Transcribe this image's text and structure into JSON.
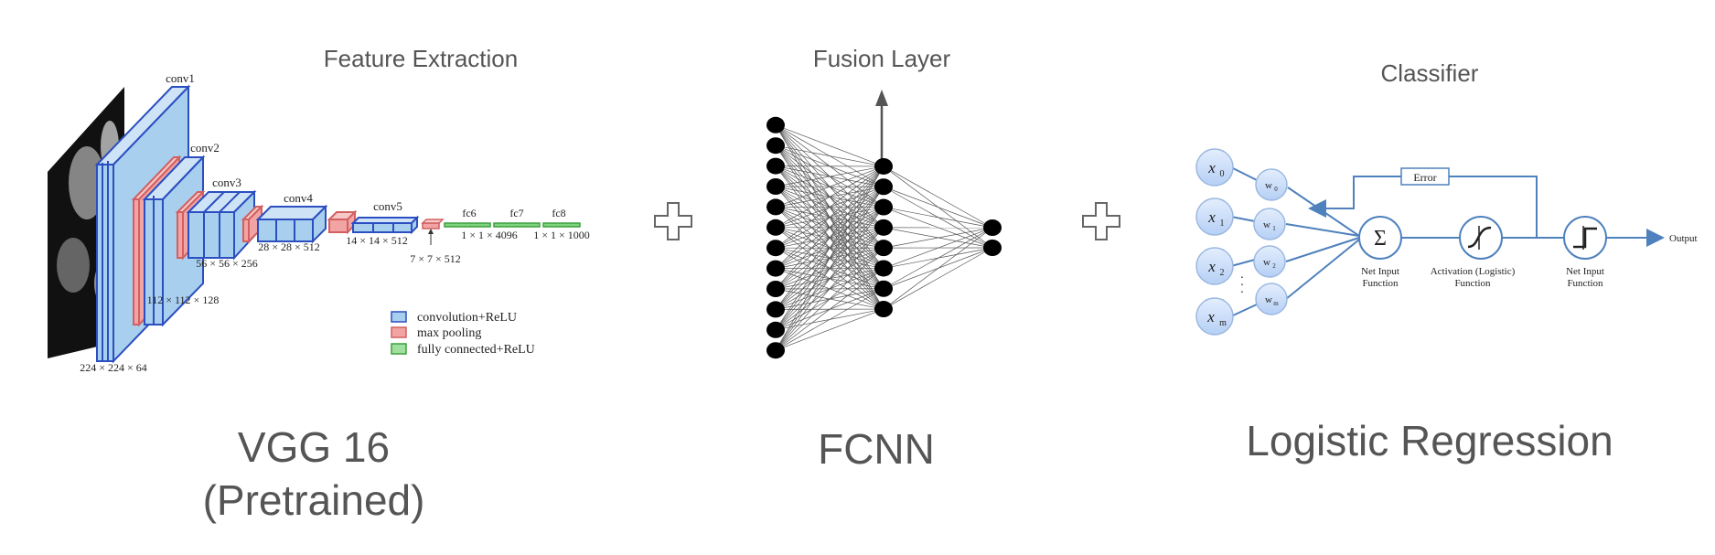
{
  "vgg": {
    "header": "Feature Extraction",
    "title_line1": "VGG 16",
    "title_line2": "(Pretrained)",
    "layers": {
      "conv1": "conv1",
      "conv2": "conv2",
      "conv3": "conv3",
      "conv4": "conv4",
      "conv5": "conv5",
      "fc6": "fc6",
      "fc7": "fc7",
      "fc8": "fc8"
    },
    "dims": {
      "d224": "224 × 224 × 64",
      "d112": "112 × 112 × 128",
      "d56": "56 × 56 × 256",
      "d28": "28 × 28 × 512",
      "d14": "14 × 14 × 512",
      "d7": "7 × 7 × 512",
      "d4096": "1 × 1 × 4096",
      "d1000": "1 × 1 × 1000"
    },
    "legend": {
      "conv": "convolution+ReLU",
      "pool": "max pooling",
      "fc": "fully connected+ReLU"
    },
    "colors": {
      "conv": "#a9cfee",
      "conv_edge": "#2b4fc0",
      "pool": "#f2a3a3",
      "pool_edge": "#d26060",
      "fc": "#7ed47e"
    }
  },
  "fcnn": {
    "header": "Fusion Layer",
    "title": "FCNN",
    "layer_sizes": [
      12,
      8,
      2
    ]
  },
  "logreg": {
    "header": "Classifier",
    "title": "Logistic Regression",
    "inputs": [
      "x",
      "x",
      "x",
      "x"
    ],
    "input_subs": [
      "0",
      "1",
      "2",
      "m"
    ],
    "weights": [
      "w",
      "w",
      "w",
      "w"
    ],
    "weight_subs": [
      "0",
      "1",
      "2",
      "m"
    ],
    "error": "Error",
    "sum_symbol": "Σ",
    "net_input_1a": "Net Input",
    "net_input_1b": "Function",
    "activation_a": "Activation (Logistic)",
    "activation_b": "Function",
    "net_input_2a": "Net Input",
    "net_input_2b": "Function",
    "output": "Output",
    "dots": "·",
    "colors": {
      "node": "#c9defa",
      "edge": "#4f81bd"
    }
  },
  "plus_icons": [
    "plus-icon",
    "plus-icon"
  ]
}
